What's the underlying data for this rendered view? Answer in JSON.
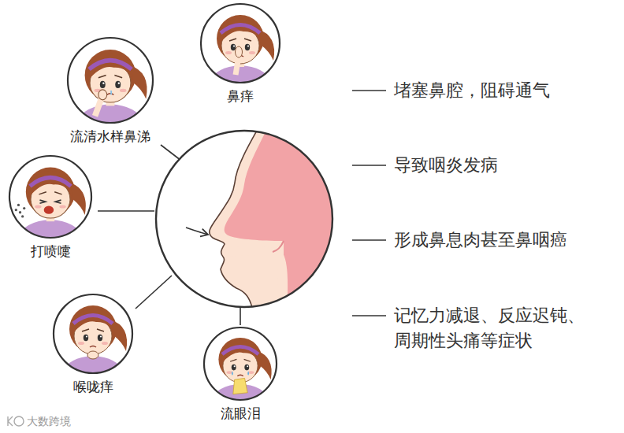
{
  "diagram": {
    "nodes": [
      {
        "text": [
          "鼻痒"
        ]
      },
      {
        "text": [
          "流清水样鼻涕"
        ]
      },
      {
        "text": [
          "打喷嚏"
        ]
      },
      {
        "text": [
          "喉咙痒"
        ]
      },
      {
        "text": [
          "流眼泪"
        ]
      }
    ],
    "labels": [
      "堵塞鼻腔，阻碍通气",
      "导致咽炎发病",
      "形成鼻息肉甚至鼻咽癌",
      "记忆力减退、反应迟钝、 周期性头痛等症状",
      "大数跨境"
    ]
  }
}
